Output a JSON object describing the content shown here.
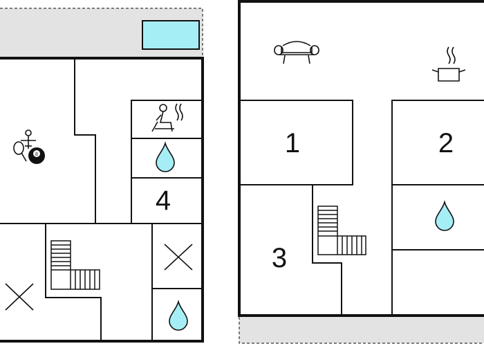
{
  "floorplan": {
    "left_floor": {
      "rooms": [
        {
          "id": "hobby-room",
          "icons": [
            "table-tennis-icon",
            "foosball-icon",
            "billiard-ball-icon"
          ]
        },
        {
          "id": "sauna",
          "icons": [
            "sauna-icon"
          ]
        },
        {
          "id": "shower-upper",
          "icons": [
            "water-drop-icon"
          ]
        },
        {
          "id": "room-4",
          "label": "4"
        },
        {
          "id": "staircase",
          "icons": [
            "staircase-icon"
          ]
        },
        {
          "id": "storage-left",
          "icons": [
            "cross-icon"
          ]
        },
        {
          "id": "storage-right",
          "icons": [
            "cross-icon"
          ]
        },
        {
          "id": "shower-lower",
          "icons": [
            "water-drop-icon"
          ]
        }
      ],
      "outdoor": {
        "icons": [
          "pool-icon"
        ]
      }
    },
    "right_floor": {
      "rooms": [
        {
          "id": "living-area",
          "icons": [
            "sofa-icon",
            "cooking-pot-icon"
          ]
        },
        {
          "id": "room-1",
          "label": "1"
        },
        {
          "id": "room-2",
          "label": "2"
        },
        {
          "id": "room-3",
          "label": "3"
        },
        {
          "id": "bathroom",
          "icons": [
            "water-drop-icon"
          ]
        },
        {
          "id": "staircase",
          "icons": [
            "staircase-icon"
          ]
        }
      ]
    },
    "colors": {
      "wall": "#111111",
      "outdoor": "#e3e3e3",
      "pool": "#a6eef6",
      "water": "#a6eef6"
    }
  }
}
